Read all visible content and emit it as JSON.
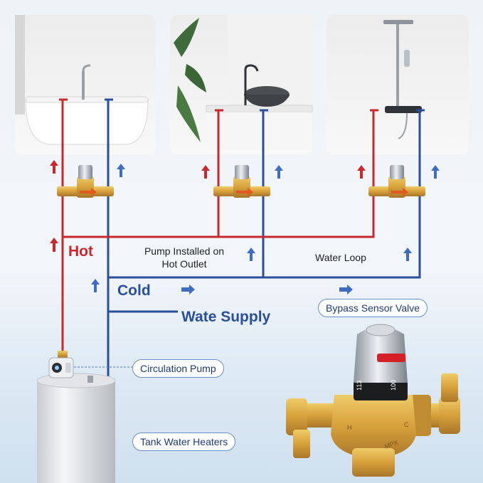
{
  "labels": {
    "hot": "Hot",
    "cold": "Cold",
    "water_supply": "Wate Supply",
    "pump_installed_line1": "Pump Installed on",
    "pump_installed_line2": "Hot Outlet",
    "water_loop": "Water Loop",
    "bypass_sensor_valve": "Bypass Sensor Valve",
    "circulation_pump": "Circulation Pump",
    "tank_water_heaters": "Tank Water Heaters"
  },
  "valve_markings": {
    "scale_low": "113",
    "scale_high": "100",
    "brand": "MPX",
    "hot_letter": "H",
    "cold_letter": "C"
  },
  "fixtures": [
    "bathtub",
    "sink",
    "shower"
  ],
  "colors": {
    "hot": "#c9282d",
    "cold": "#2a4f9a",
    "brass": "#d8a63a",
    "chrome": "#b9bfc6"
  }
}
